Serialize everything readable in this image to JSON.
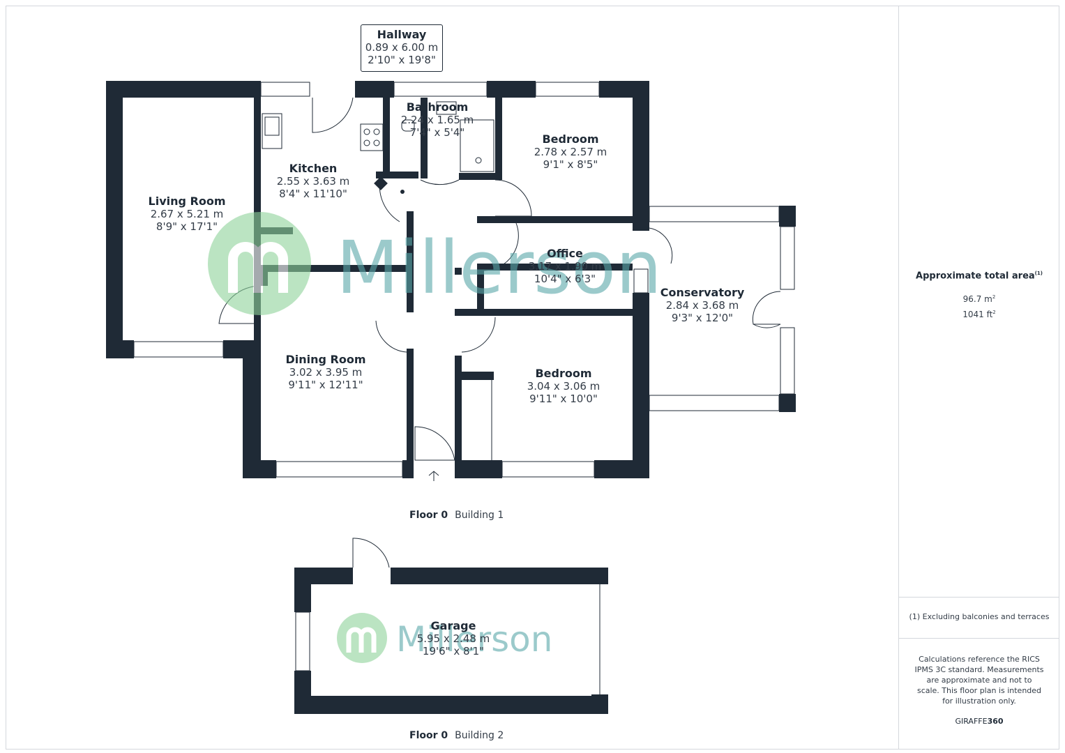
{
  "rooms": {
    "hallway": {
      "name": "Hallway",
      "metric": "0.89 x 6.00 m",
      "imperial": "2'10\" x 19'8\""
    },
    "bathroom": {
      "name": "Bathroom",
      "metric": "2.24 x 1.65 m",
      "imperial": "7'4\" x 5'4\""
    },
    "bedroom1": {
      "name": "Bedroom",
      "metric": "2.78 x 2.57 m",
      "imperial": "9'1\" x 8'5\""
    },
    "kitchen": {
      "name": "Kitchen",
      "metric": "2.55 x 3.63 m",
      "imperial": "8'4\" x 11'10\""
    },
    "living": {
      "name": "Living Room",
      "metric": "2.67 x 5.21 m",
      "imperial": "8'9\" x 17'1\""
    },
    "office": {
      "name": "Office",
      "metric": "3.17 x 1.90 m",
      "imperial": "10'4\" x 6'3\""
    },
    "conservatory": {
      "name": "Conservatory",
      "metric": "2.84 x 3.68 m",
      "imperial": "9'3\" x 12'0\""
    },
    "dining": {
      "name": "Dining Room",
      "metric": "3.02 x 3.95 m",
      "imperial": "9'11\" x 12'11\""
    },
    "bedroom2": {
      "name": "Bedroom",
      "metric": "3.04 x 3.06 m",
      "imperial": "9'11\" x 10'0\""
    },
    "garage": {
      "name": "Garage",
      "metric": "5.95 x 2.48 m",
      "imperial": "19'6\" x 8'1\""
    }
  },
  "floors": [
    {
      "floor": "Floor 0",
      "building": "Building 1"
    },
    {
      "floor": "Floor 0",
      "building": "Building 2"
    }
  ],
  "watermark": {
    "text": "Millerson",
    "text_color": "#5aa7aa",
    "logo_color": "#8fd39a"
  },
  "colors": {
    "wall": "#1f2a36"
  },
  "sidebar": {
    "area_title": "Approximate total area",
    "area_title_mark": "(1)",
    "area_m2_value": "96.7 m",
    "area_m2_unit_sup": "2",
    "area_ft2_value": "1041 ft",
    "area_ft2_unit_sup": "2",
    "footnote": "(1) Excluding balconies and terraces",
    "disclaimer": "Calculations reference the RICS IPMS 3C standard. Measurements are approximate and not to scale. This floor plan is intended for illustration only.",
    "brand_light": "GIRAFFE",
    "brand_bold": "360"
  }
}
